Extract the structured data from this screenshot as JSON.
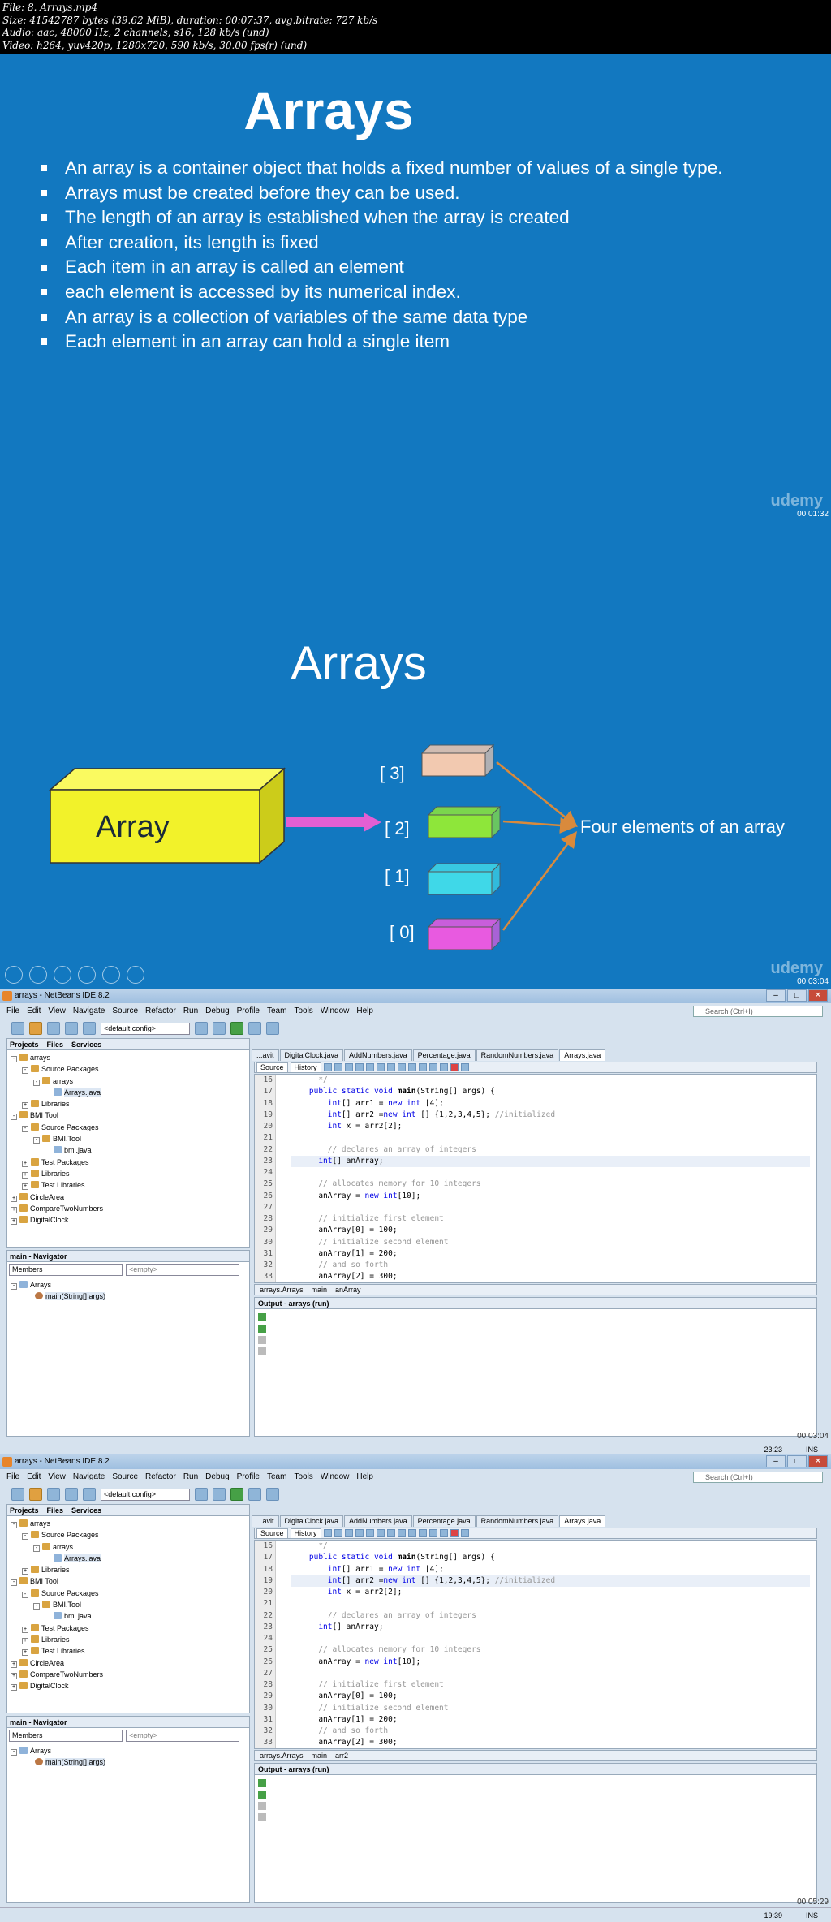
{
  "header": {
    "lines": [
      "File: 8. Arrays.mp4",
      "Size: 41542787 bytes (39.62 MiB), duration: 00:07:37, avg.bitrate: 727 kb/s",
      "Audio: aac, 48000 Hz, 2 channels, s16, 128 kb/s (und)",
      "Video: h264, yuv420p, 1280x720, 590 kb/s, 30.00 fps(r) (und)"
    ]
  },
  "slide1": {
    "title": "Arrays",
    "bullets": [
      "An array is a container object that holds a fixed number of values of a single type.",
      "Arrays must be created before they can be used.",
      "The length of an array is established when the array is created",
      "After creation, its length is fixed",
      "Each item in an array is called an element",
      "each element is accessed by its numerical index.",
      "An array is a collection of variables of the same data type",
      "Each element in an array can hold a single item"
    ],
    "watermark": "udemy",
    "timestamp": "00:01:32"
  },
  "slide2": {
    "title": "Arrays",
    "box_label": "Array",
    "indices": [
      "[ 3]",
      "[ 2]",
      "[ 1]",
      "[ 0]"
    ],
    "elements_label": "Four elements of an array",
    "element_colors": [
      "#f2c9b0",
      "#8ee63a",
      "#3fd8e8",
      "#e85ae0"
    ],
    "array_color": "#f2f22a",
    "arrow_color": "#e35fd3",
    "watermark": "udemy",
    "timestamp": "00:03:04"
  },
  "ide": {
    "title": "arrays - NetBeans IDE 8.2",
    "menu": [
      "File",
      "Edit",
      "View",
      "Navigate",
      "Source",
      "Refactor",
      "Run",
      "Debug",
      "Profile",
      "Team",
      "Tools",
      "Window",
      "Help"
    ],
    "search_placeholder": "Search (Ctrl+I)",
    "config": "<default config>",
    "project_tabs": [
      "Projects",
      "Files",
      "Services"
    ],
    "tree": [
      {
        "label": "arrays",
        "level": 0,
        "icon": "project",
        "exp": "-"
      },
      {
        "label": "Source Packages",
        "level": 1,
        "icon": "folder",
        "exp": "-"
      },
      {
        "label": "arrays",
        "level": 2,
        "icon": "package",
        "exp": "-"
      },
      {
        "label": "Arrays.java",
        "level": 3,
        "icon": "java",
        "exp": ""
      },
      {
        "label": "Libraries",
        "level": 1,
        "icon": "folder",
        "exp": "+"
      },
      {
        "label": "BMI Tool",
        "level": 0,
        "icon": "project",
        "exp": "-"
      },
      {
        "label": "Source Packages",
        "level": 1,
        "icon": "folder",
        "exp": "-"
      },
      {
        "label": "BMI.Tool",
        "level": 2,
        "icon": "package",
        "exp": "-"
      },
      {
        "label": "bmi.java",
        "level": 3,
        "icon": "java",
        "exp": ""
      },
      {
        "label": "Test Packages",
        "level": 1,
        "icon": "folder",
        "exp": "+"
      },
      {
        "label": "Libraries",
        "level": 1,
        "icon": "folder",
        "exp": "+"
      },
      {
        "label": "Test Libraries",
        "level": 1,
        "icon": "folder",
        "exp": "+"
      },
      {
        "label": "CircleArea",
        "level": 0,
        "icon": "project",
        "exp": "+"
      },
      {
        "label": "CompareTwoNumbers",
        "level": 0,
        "icon": "project",
        "exp": "+"
      },
      {
        "label": "DigitalClock",
        "level": 0,
        "icon": "project",
        "exp": "+"
      }
    ],
    "navigator_title": "main - Navigator",
    "navigator_filter": "Members",
    "navigator_empty": "<empty>",
    "navigator_items": [
      "Arrays",
      "main(String[] args)"
    ],
    "editor_tabs": [
      "...avit",
      "DigitalClock.java",
      "AddNumbers.java",
      "Percentage.java",
      "RandomNumbers.java",
      "Arrays.java"
    ],
    "source_btn": "Source",
    "history_btn": "History",
    "line_numbers": [
      "16",
      "17",
      "18",
      "19",
      "20",
      "21",
      "22",
      "23",
      "24",
      "25",
      "26",
      "27",
      "28",
      "29",
      "30",
      "31",
      "32",
      "33"
    ],
    "output_title": "Output - arrays (run)"
  },
  "shot1": {
    "timestamp": "00:03:04",
    "caret_pos": "23:23",
    "insert_mode": "INS",
    "crumbs": [
      "arrays.Arrays",
      "main",
      "anArray"
    ]
  },
  "shot2": {
    "timestamp": "00:05:29",
    "caret_pos": "19:39",
    "insert_mode": "INS",
    "crumbs": [
      "arrays.Arrays",
      "main",
      "arr2"
    ]
  }
}
